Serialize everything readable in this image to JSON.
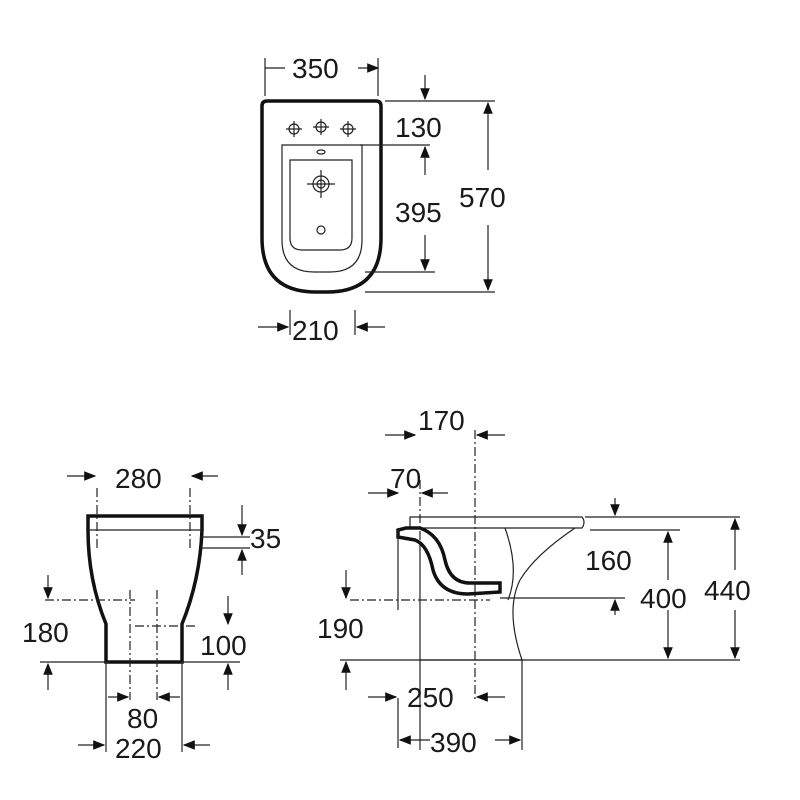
{
  "top_view": {
    "width_overall": "350",
    "tap_offset": "130",
    "bowl_length": "395",
    "length_overall": "570",
    "waste_width": "210"
  },
  "front_view": {
    "fixing_spacing": "280",
    "rim_fixing_drop": "35",
    "height_outlet": "180",
    "inlet_height": "100",
    "inlet_spacing": "80",
    "base_width": "220"
  },
  "side_view": {
    "wall_to_axis": "170",
    "wall_to_trap": "70",
    "rim_to_outlet": "160",
    "rim_height": "400",
    "overall_height": "440",
    "outlet_height": "190",
    "wall_to_fixing": "250",
    "base_depth": "390"
  }
}
